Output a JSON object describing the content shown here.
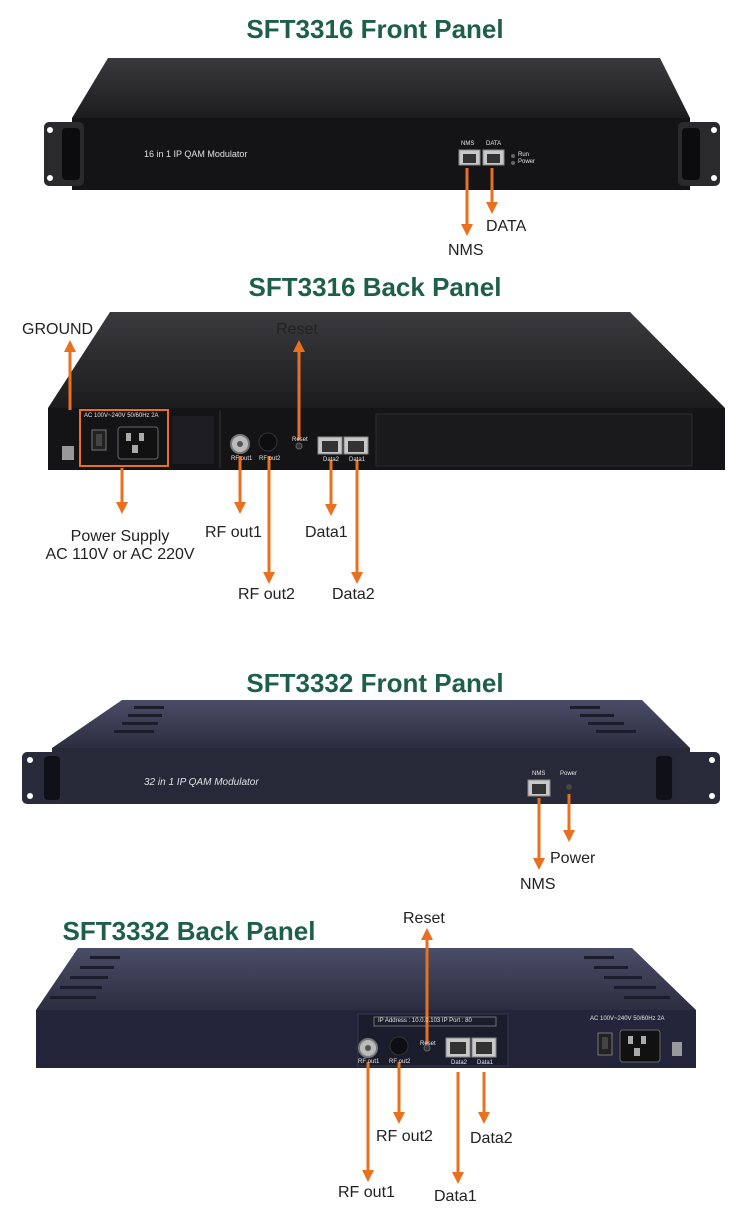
{
  "colors": {
    "title": "#1e5f4b",
    "arrow": "#e8701e",
    "chassis_black": "#1a1a1c",
    "chassis_navy": "#2a2c40"
  },
  "sections": {
    "s1": {
      "title": "SFT3316 Front Panel",
      "model_text": "16 in 1 IP QAM Modulator",
      "port_nms": "NMS",
      "port_data": "DATA",
      "led_run": "Run",
      "led_power": "Power",
      "callout_data": "DATA",
      "callout_nms": "NMS"
    },
    "s2": {
      "title": "SFT3316 Back Panel",
      "power_rating": "AC 100V~240V 50/60Hz 2A",
      "rf1": "RF out1",
      "rf2": "RF out2",
      "reset": "Reset",
      "data2": "Data2",
      "data1": "Data1",
      "callout_ground": "GROUND",
      "callout_reset": "Reset",
      "callout_power_line1": "Power Supply",
      "callout_power_line2": "AC 110V or AC 220V",
      "callout_rf1": "RF out1",
      "callout_rf2": "RF out2",
      "callout_data1": "Data1",
      "callout_data2": "Data2"
    },
    "s3": {
      "title": "SFT3332 Front Panel",
      "model_text": "32 in 1 IP QAM Modulator",
      "port_nms": "NMS",
      "led_power": "Power",
      "callout_power": "Power",
      "callout_nms": "NMS"
    },
    "s4": {
      "title": "SFT3332 Back Panel",
      "ip_text": "IP Address : 10.0.0.103  IP Port : 80",
      "power_rating": "AC 100V~240V 50/60Hz 2A",
      "rf1": "RF out1",
      "rf2": "RF out2",
      "reset": "Reset",
      "data2": "Data2",
      "data1": "Data1",
      "callout_reset": "Reset",
      "callout_rf2": "RF out2",
      "callout_data2": "Data2",
      "callout_rf1": "RF out1",
      "callout_data1": "Data1"
    }
  }
}
